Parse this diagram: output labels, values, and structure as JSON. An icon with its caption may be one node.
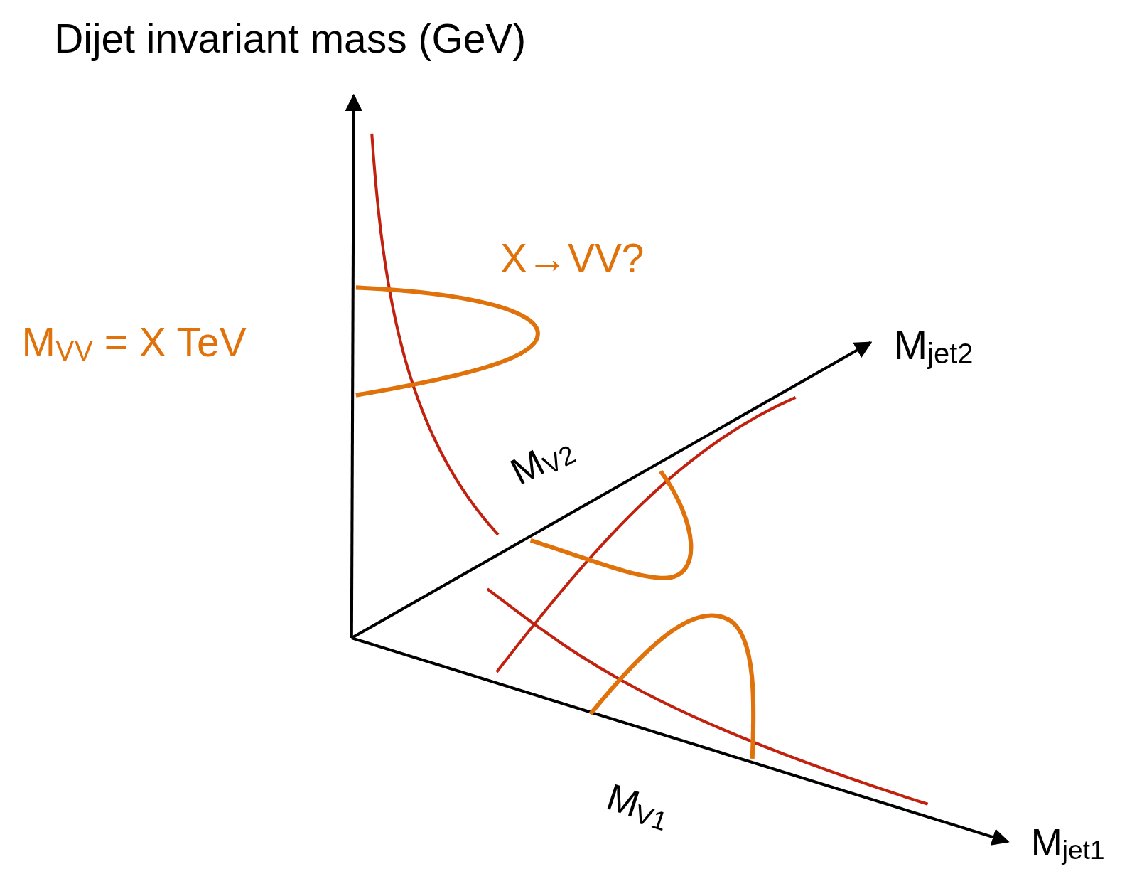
{
  "diagram": {
    "labels": [
      "Dijet invariant mass (GeV)",
      "X→VV?",
      "M$_{VV}$ = X TeV",
      "M$_{jet2}$",
      "M$_{V2}$",
      "M$_{V1}$",
      "M$_{jet1}$"
    ]
  }
}
